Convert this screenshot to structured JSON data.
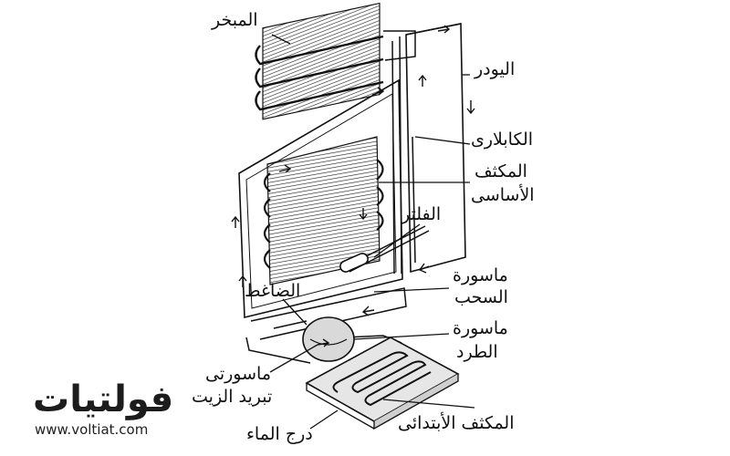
{
  "labels": {
    "evaporator": "المبخر",
    "cooler": "اليودر",
    "capillary": "الكابلارى",
    "main_condenser_l1": "المكثف",
    "main_condenser_l2": "الأساسى",
    "filter": "الفلتر",
    "suction_pipe_l1": "ماسورة",
    "suction_pipe_l2": "السحب",
    "compressor": "الضاغط",
    "discharge_pipe_l1": "ماسورة",
    "discharge_pipe_l2": "الطرد",
    "oil_cooling_l1": "ماسورتى",
    "oil_cooling_l2": "تبريد الزيت",
    "initial_condenser": "المكثف الأبتدائى",
    "water_tray": "درج الماء"
  },
  "watermark": {
    "brand": "فولتيات",
    "url": "www.voltiat.com"
  },
  "colors": {
    "ink": "#111111",
    "background": "#ffffff"
  }
}
